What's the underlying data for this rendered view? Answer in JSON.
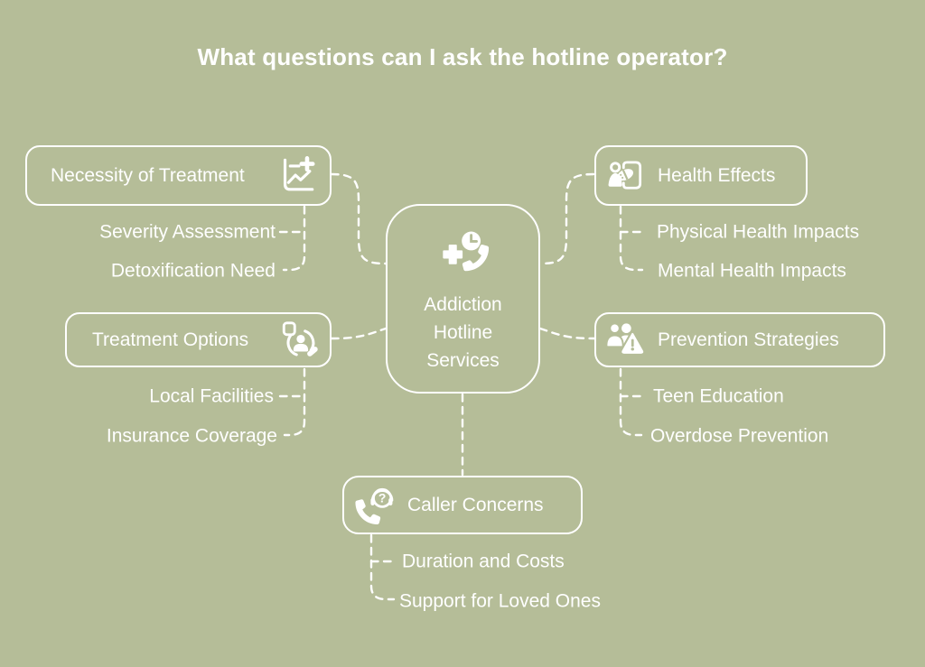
{
  "title": "What questions can I ask the hotline operator?",
  "colors": {
    "background": "#b5bd98",
    "foreground": "#ffffff"
  },
  "center": {
    "label": "Addiction Hotline Services",
    "icon": "medical-phone-clock-icon"
  },
  "branches": [
    {
      "label": "Necessity of Treatment",
      "icon": "assessment-chart-icon",
      "children": [
        "Severity Assessment",
        "Detoxification Need"
      ]
    },
    {
      "label": "Health Effects",
      "icon": "person-medication-icon",
      "children": [
        "Physical Health Impacts",
        "Mental Health Impacts"
      ]
    },
    {
      "label": "Treatment Options",
      "icon": "user-profile-edit-icon",
      "children": [
        "Local Facilities",
        "Insurance Coverage"
      ]
    },
    {
      "label": "Prevention Strategies",
      "icon": "people-warning-icon",
      "children": [
        "Teen Education",
        "Overdose Prevention"
      ]
    },
    {
      "label": "Caller Concerns",
      "icon": "phone-question-icon",
      "children": [
        "Duration and Costs",
        "Support for Loved Ones"
      ]
    }
  ]
}
